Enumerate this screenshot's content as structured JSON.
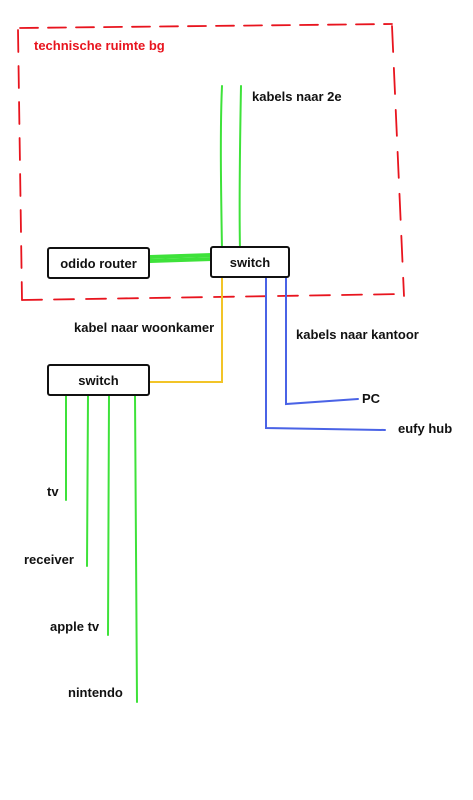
{
  "colors": {
    "room_border": "#e8141e",
    "green_cable": "#3ee23a",
    "yellow_cable": "#f2c428",
    "blue_cable": "#4a63e6",
    "ink": "#111111"
  },
  "room": {
    "title": "technische ruimte bg"
  },
  "nodes": {
    "router": "odido router",
    "main_switch": "switch",
    "living_switch": "switch"
  },
  "labels": {
    "cables_2e": "kabels naar 2e",
    "cable_living": "kabel naar woonkamer",
    "cables_office": "kabels naar kantoor",
    "pc": "PC",
    "eufy": "eufy hub",
    "tv": "tv",
    "receiver": "receiver",
    "apple_tv": "apple tv",
    "nintendo": "nintendo"
  }
}
